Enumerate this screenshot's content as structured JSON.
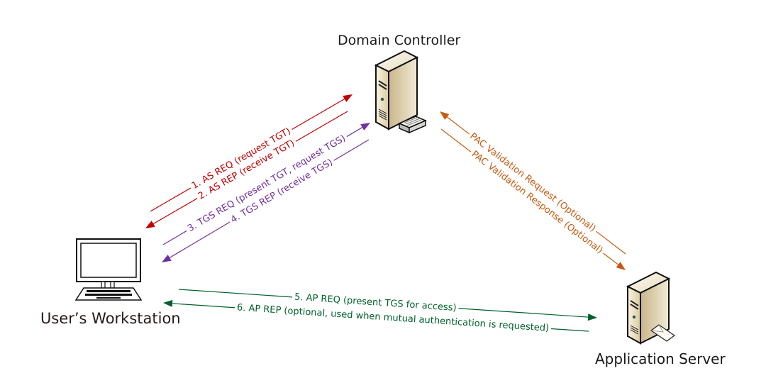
{
  "nodes": {
    "domain_controller": {
      "label": "Domain Controller",
      "icon": "server-with-router-icon"
    },
    "workstation": {
      "label": "User’s Workstation",
      "icon": "desktop-computer-icon"
    },
    "application_server": {
      "label": "Application Server",
      "icon": "server-with-mail-icon"
    }
  },
  "colors": {
    "as_exchange": "#c00000",
    "tgs_exchange": "#7030a0",
    "pac_validation": "#c55a11",
    "ap_exchange": "#00602b"
  },
  "messages": [
    {
      "id": "as-req",
      "label": "1. AS REQ (request TGT)",
      "from": "workstation",
      "to": "domain_controller",
      "color_key": "as_exchange"
    },
    {
      "id": "as-rep",
      "label": "2. AS REP (receive TGT)",
      "from": "domain_controller",
      "to": "workstation",
      "color_key": "as_exchange"
    },
    {
      "id": "tgs-req",
      "label": "3. TGS REQ (present TGT, request TGS)",
      "from": "workstation",
      "to": "domain_controller",
      "color_key": "tgs_exchange"
    },
    {
      "id": "tgs-rep",
      "label": "4. TGS REP (receive TGS)",
      "from": "domain_controller",
      "to": "workstation",
      "color_key": "tgs_exchange"
    },
    {
      "id": "pac-req",
      "label": "PAC Validation Request (Optional)",
      "from": "application_server",
      "to": "domain_controller",
      "color_key": "pac_validation"
    },
    {
      "id": "pac-rep",
      "label": "PAC Validation Response (Optional)",
      "from": "domain_controller",
      "to": "application_server",
      "color_key": "pac_validation"
    },
    {
      "id": "ap-req",
      "label": "5. AP REQ (present TGS for access)",
      "from": "workstation",
      "to": "application_server",
      "color_key": "ap_exchange"
    },
    {
      "id": "ap-rep",
      "label": "6. AP REP (optional, used when mutual authentication is requested)",
      "from": "application_server",
      "to": "workstation",
      "color_key": "ap_exchange"
    }
  ]
}
